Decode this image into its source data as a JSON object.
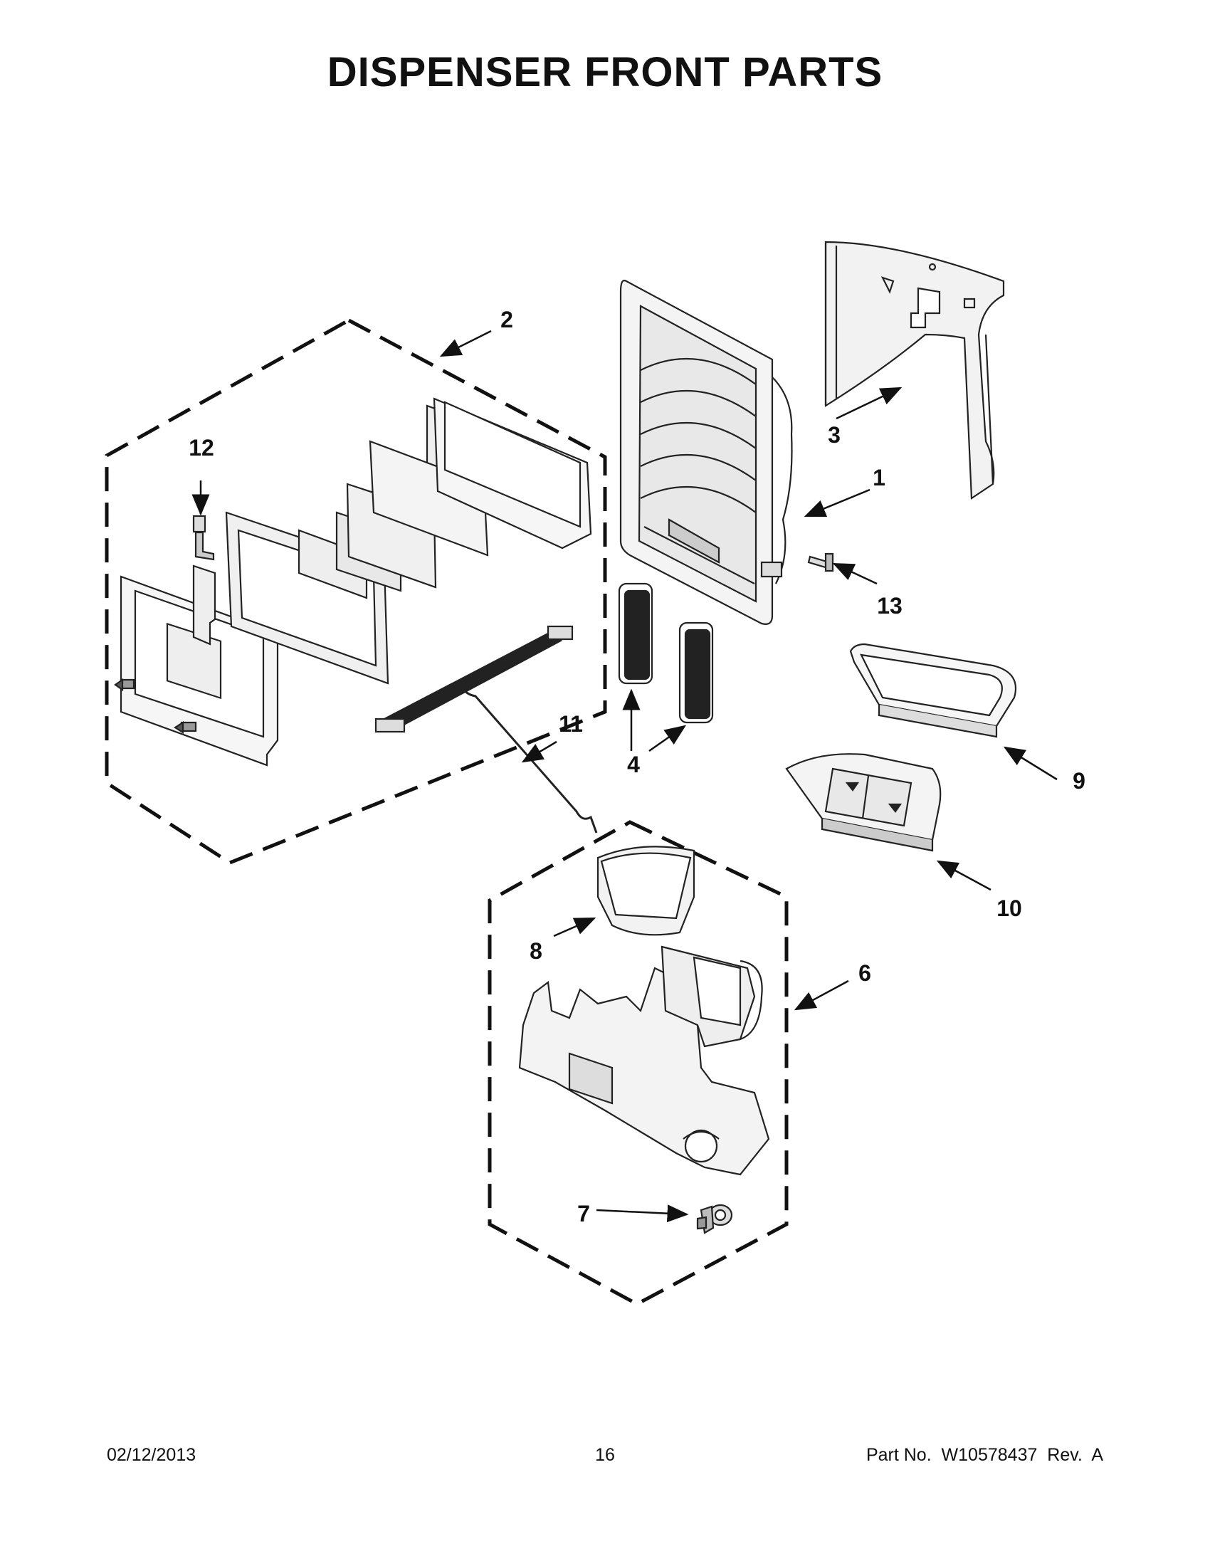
{
  "title": "DISPENSER FRONT PARTS",
  "callouts": {
    "c1": "1",
    "c2": "2",
    "c3": "3",
    "c4": "4",
    "c6": "6",
    "c7": "7",
    "c8": "8",
    "c9": "9",
    "c10": "10",
    "c11": "11",
    "c12": "12",
    "c13": "13"
  },
  "footer": {
    "date": "02/12/2013",
    "page": "16",
    "part": "Part No.  W10578437  Rev.  A"
  }
}
